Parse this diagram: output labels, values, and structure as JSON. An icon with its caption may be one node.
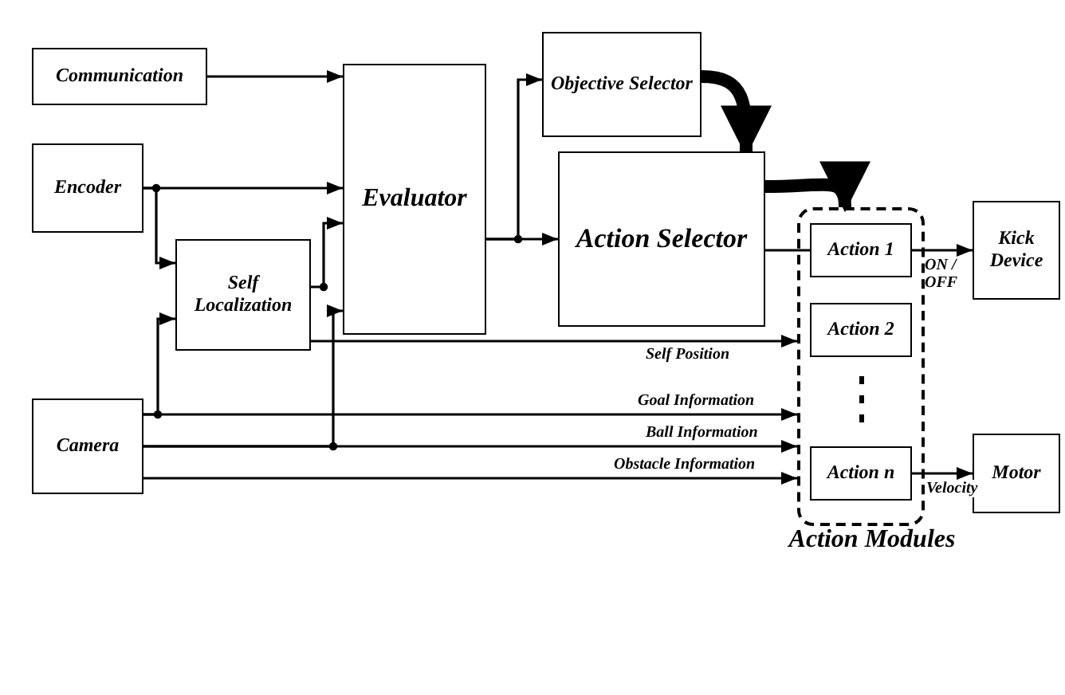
{
  "diagram": {
    "nodes": [
      {
        "text": [
          "Communication"
        ]
      },
      {
        "text": [
          "Encoder"
        ]
      },
      {
        "text": [
          "Self Localization"
        ]
      },
      {
        "text": [
          "Camera"
        ]
      },
      {
        "text": [
          "Evaluator"
        ]
      },
      {
        "text": [
          "Objective Selector"
        ]
      },
      {
        "text": [
          "Action Selector"
        ]
      },
      {
        "text": [
          "Action Modules"
        ]
      },
      {
        "text": [
          "Action 1"
        ],
        "in": 7
      },
      {
        "text": [
          "Action 2"
        ],
        "in": 7
      },
      {
        "text": [
          "Action n"
        ],
        "in": 7
      },
      {
        "text": [
          "Kick Device"
        ]
      },
      {
        "text": [
          "Motor"
        ]
      }
    ],
    "edges": [
      {
        "from": 0,
        "to": 4,
        "arrow": "to"
      },
      {
        "from": 1,
        "to": 4,
        "arrow": "to"
      },
      {
        "from": 1,
        "to": 2,
        "arrow": "to"
      },
      {
        "from": 3,
        "to": 2,
        "arrow": "to"
      },
      {
        "from": 2,
        "to": 4,
        "arrow": "to"
      },
      {
        "from": 2,
        "to": 7,
        "arrow": "to",
        "label": "Self Position"
      },
      {
        "from": 3,
        "to": 7,
        "arrow": "to",
        "label": "Goal Information"
      },
      {
        "from": 3,
        "to": 7,
        "arrow": "to",
        "label": "Ball Information"
      },
      {
        "from": 3,
        "to": 7,
        "arrow": "to",
        "label": "Obstacle Information"
      },
      {
        "from": 3,
        "to": 4,
        "arrow": "to"
      },
      {
        "from": 4,
        "to": 6,
        "arrow": "to"
      },
      {
        "from": 4,
        "to": 5,
        "arrow": "to"
      },
      {
        "from": 5,
        "to": 6,
        "arrow": "to",
        "style": "thick"
      },
      {
        "from": 6,
        "to": 7,
        "arrow": "to",
        "style": "thick"
      },
      {
        "from": 6,
        "to": 8,
        "arrow": "none"
      },
      {
        "from": 8,
        "to": 11,
        "arrow": "to",
        "label": "ON / OFF"
      },
      {
        "from": 10,
        "to": 12,
        "arrow": "to",
        "label": "Velocity"
      }
    ]
  }
}
